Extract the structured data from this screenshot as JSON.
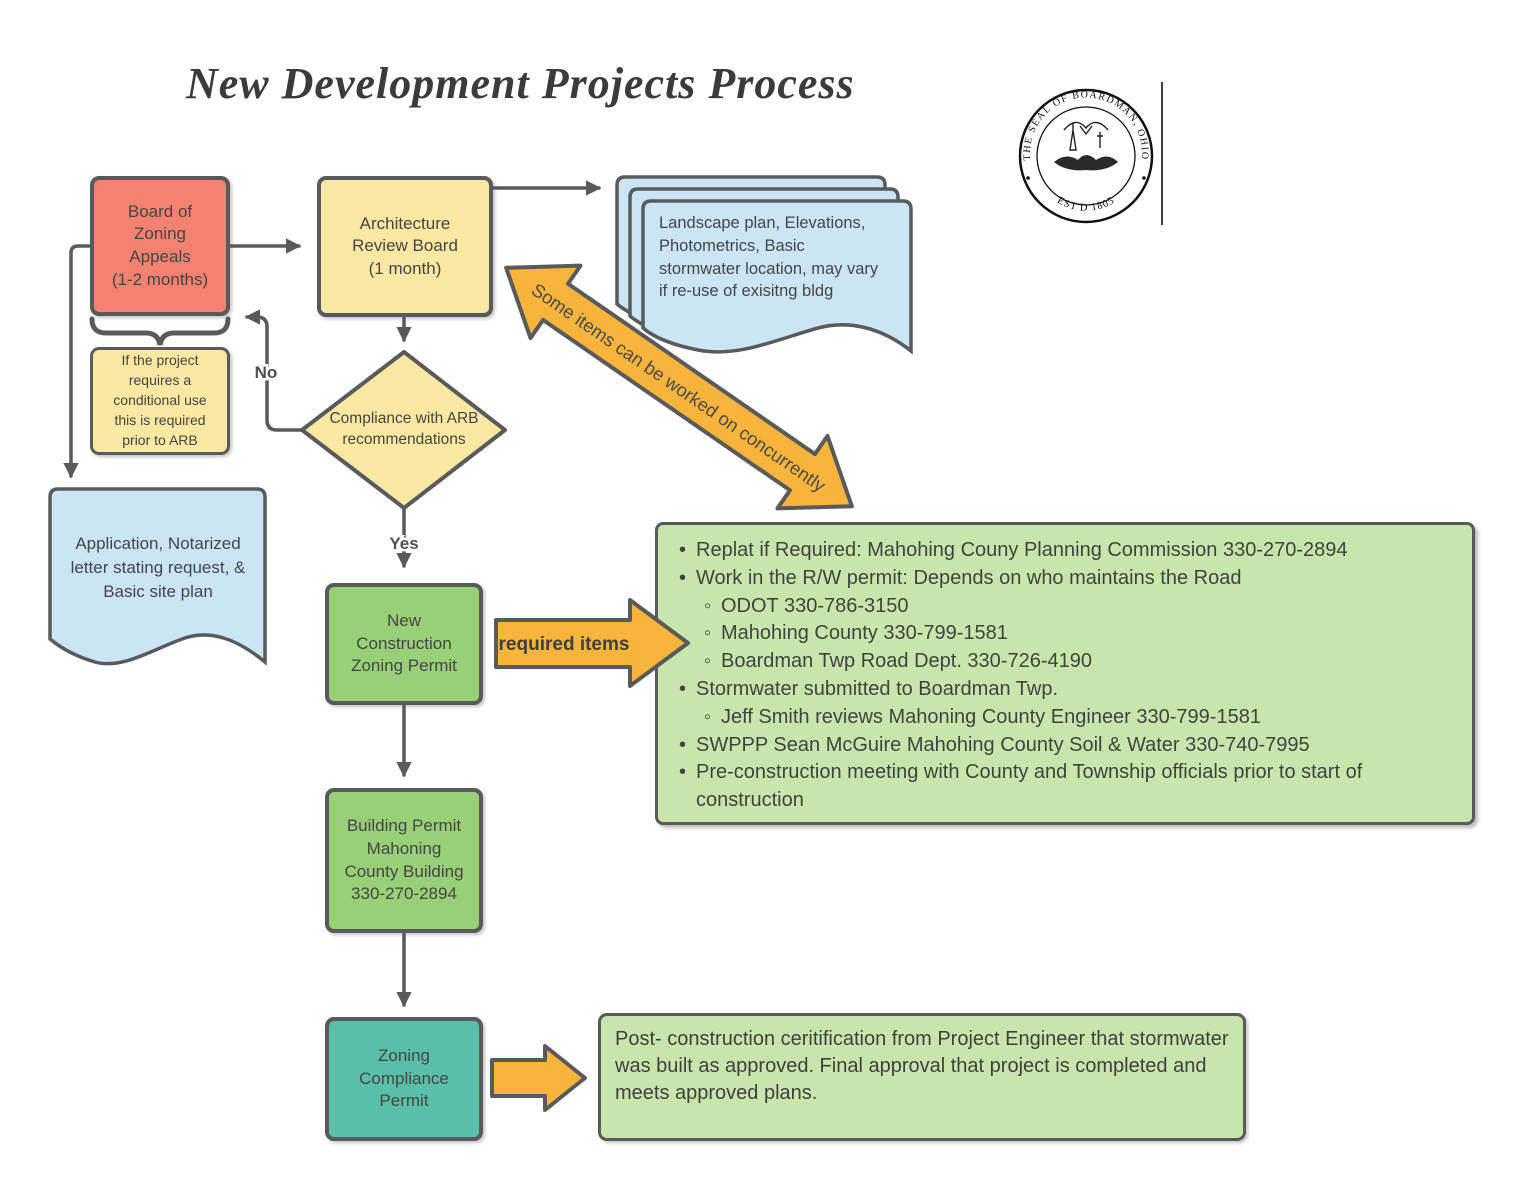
{
  "title": "New Development Projects Process",
  "seal": {
    "arc_text": "THE SEAL OF BOARDMAN, OHIO",
    "bottom_text": "EST'D 1805"
  },
  "nodes": {
    "board_of_zoning_appeals": "Board of\nZoning\nAppeals\n(1-2 months)",
    "conditional_use_note": "If the project\nrequires a\nconditional use\nthis is required\nprior to ARB",
    "architecture_review_board": "Architecture\nReview Board\n(1 month)",
    "arb_documents": "Landscape plan, Elevations,\nPhotometrics, Basic\nstormwater location, may vary\nif re-use of exisitng bldg",
    "compliance_decision": "Compliance with ARB\nrecommendations",
    "application_documents": "Application, Notarized\nletter stating request, &\nBasic site plan",
    "new_construction_zoning_permit": "New\nConstruction\nZoning Permit",
    "building_permit": "Building Permit\nMahoning\nCounty Building\n330-270-2894",
    "zoning_compliance_permit": "Zoning\nCompliance\nPermit",
    "post_construction_note": "Post- construction ceritification from Project Engineer that stormwater was built as approved. Final approval that project is completed and meets approved plans."
  },
  "labels": {
    "no": "No",
    "yes": "Yes",
    "required_items": "required items",
    "concurrent": "Some items can be worked on concurrently"
  },
  "requirements": {
    "items": [
      {
        "level": 1,
        "text": "Replat if Required: Mahohing Couny Planning Commission 330-270-2894"
      },
      {
        "level": 1,
        "text": "Work in the R/W permit: Depends on who maintains the Road"
      },
      {
        "level": 2,
        "text": "ODOT 330-786-3150"
      },
      {
        "level": 2,
        "text": "Mahohing County 330-799-1581"
      },
      {
        "level": 2,
        "text": "Boardman Twp Road Dept. 330-726-4190"
      },
      {
        "level": 1,
        "text": "Stormwater submitted to Boardman Twp."
      },
      {
        "level": 2,
        "text": "Jeff Smith reviews Mahoning County Engineer 330-799-1581"
      },
      {
        "level": 1,
        "text": "SWPPP Sean McGuire Mahohing County Soil & Water 330-740-7995"
      },
      {
        "level": 1,
        "text": "Pre-construction meeting with County and Township officials prior to start of construction"
      }
    ]
  },
  "colors": {
    "salmon": "#f38270",
    "yellow": "#fbe8a2",
    "light_blue": "#cbe5f6",
    "green": "#97d077",
    "light_green": "#c8e6ab",
    "teal": "#5abfa9",
    "orange": "#f9b43b",
    "outline_gray": "#595a5c",
    "text_gray": "#454545"
  }
}
